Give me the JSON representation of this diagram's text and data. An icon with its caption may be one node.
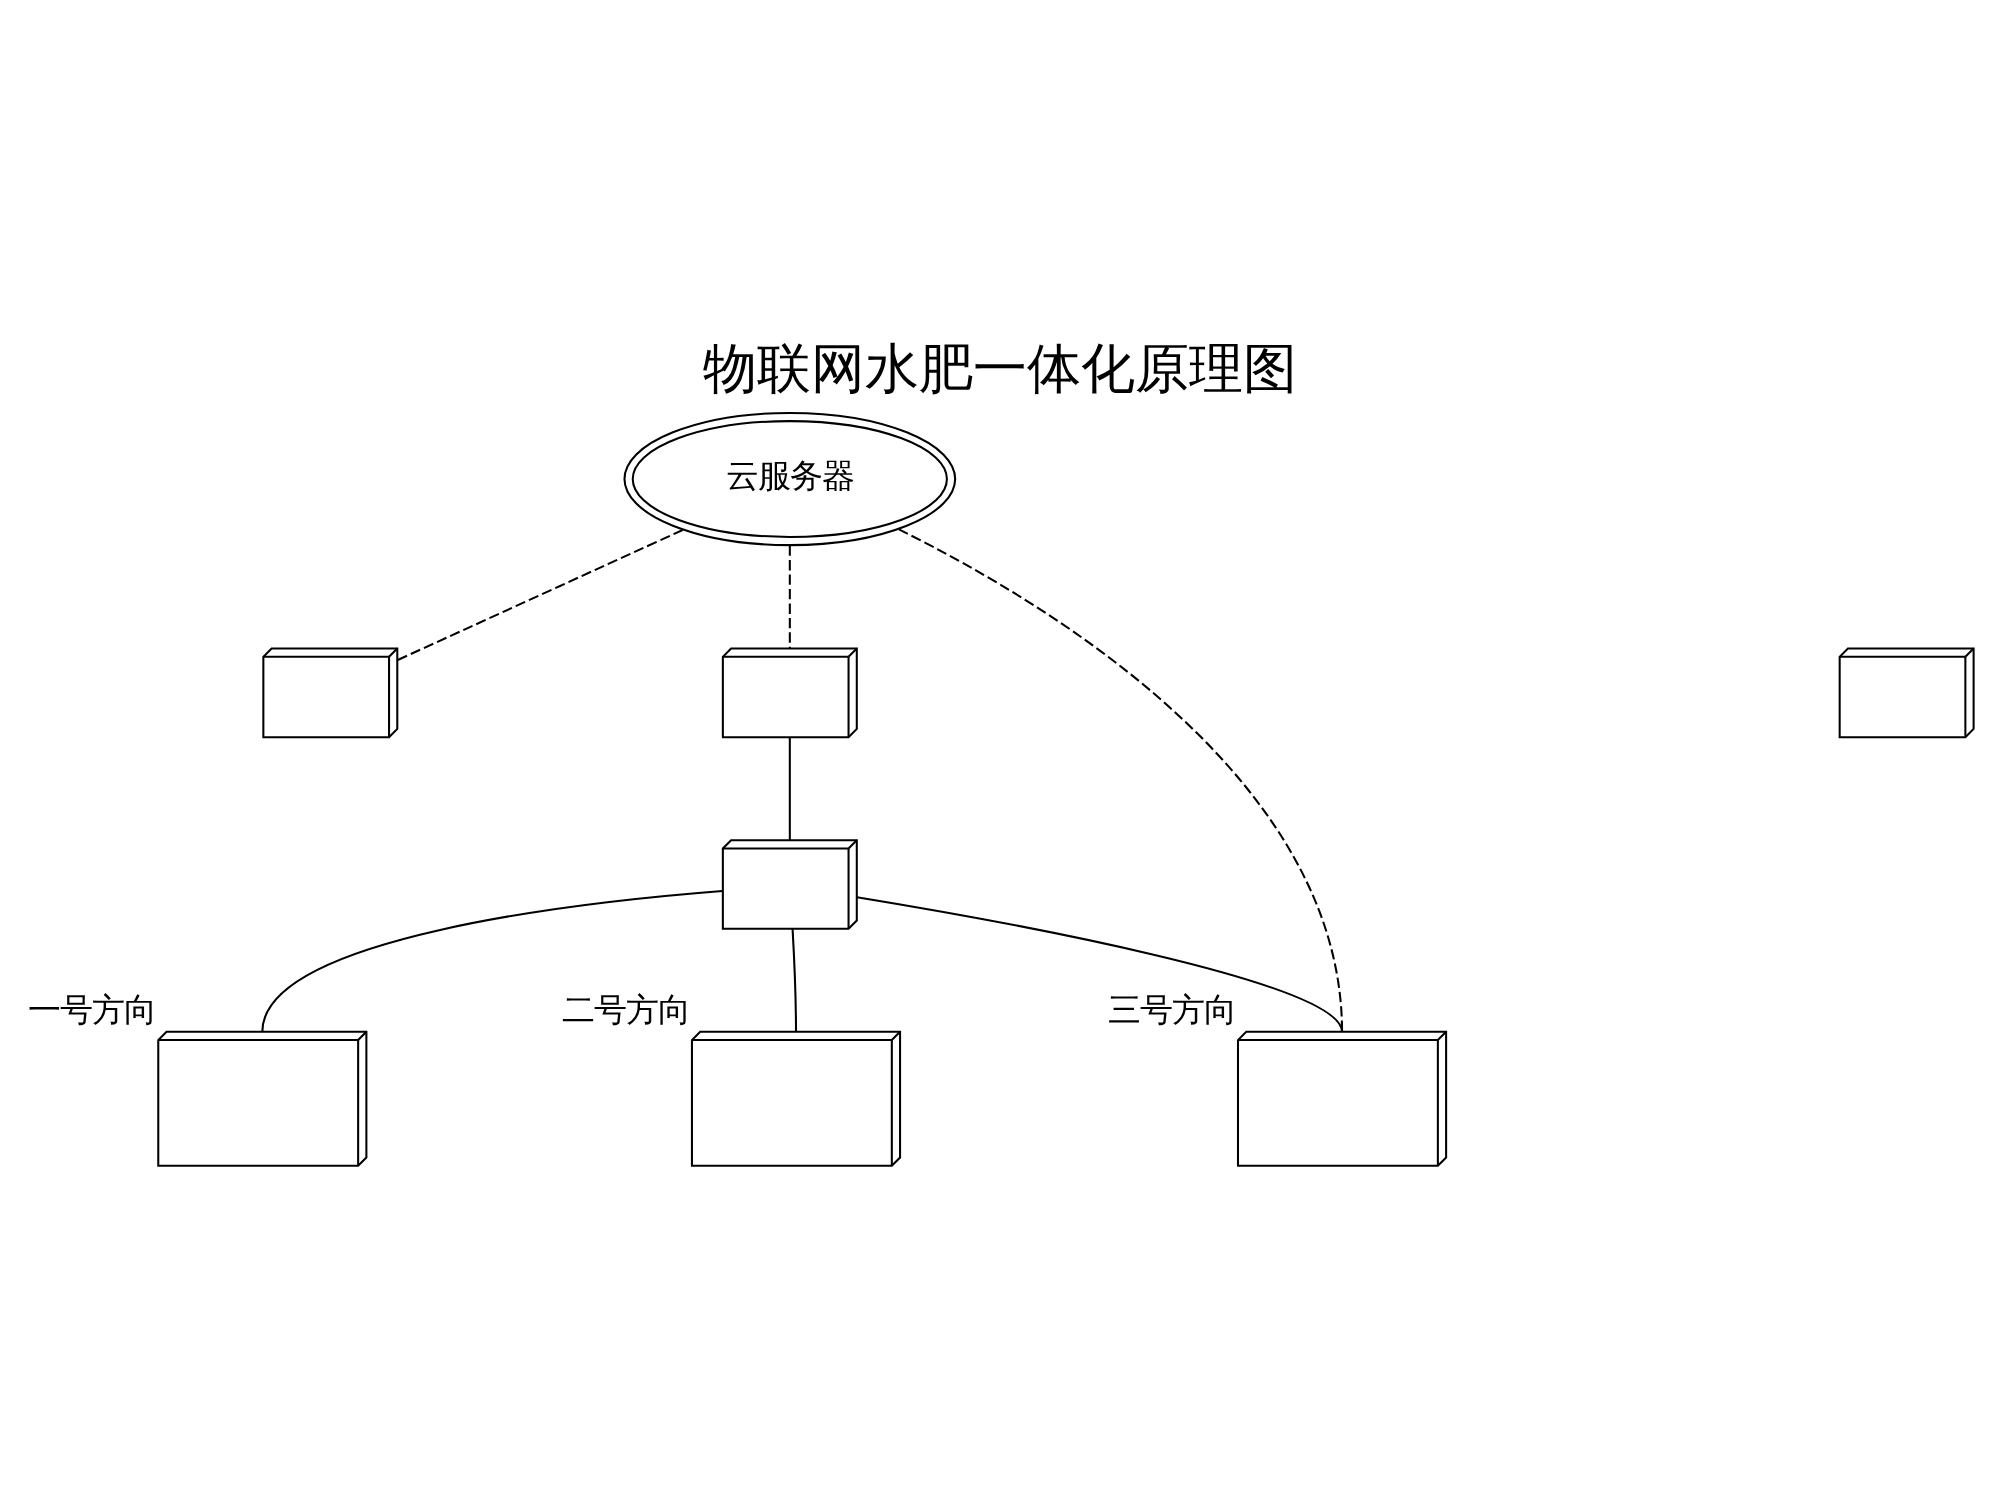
{
  "diagram": {
    "title": "物联网水肥一体化原理图",
    "nodes": [
      {
        "text": [
          "云服务器"
        ]
      },
      {
        "text": [],
        "shape": "picture"
      },
      {
        "text": [],
        "shape": "picture"
      },
      {
        "text": [],
        "shape": "picture"
      },
      {
        "text": [],
        "shape": "picture"
      },
      {
        "text": [],
        "shape": "picture",
        "beside": [
          "一号方向"
        ]
      },
      {
        "text": [],
        "shape": "picture",
        "beside": [
          "二号方向"
        ]
      },
      {
        "text": [],
        "shape": "picture",
        "beside": [
          "三号方向"
        ]
      }
    ],
    "edges": [
      {
        "from": 0,
        "to": 2,
        "arrow": "none",
        "style": "dashed"
      },
      {
        "from": 0,
        "to": 3,
        "arrow": "none",
        "style": "dashed"
      },
      {
        "from": 0,
        "to": 7,
        "arrow": "none",
        "style": "dashed"
      },
      {
        "from": 3,
        "to": 4,
        "arrow": "none"
      },
      {
        "from": 4,
        "to": 5,
        "arrow": "none"
      },
      {
        "from": 4,
        "to": 6,
        "arrow": "none"
      },
      {
        "from": 4,
        "to": 7,
        "arrow": "none"
      }
    ]
  }
}
